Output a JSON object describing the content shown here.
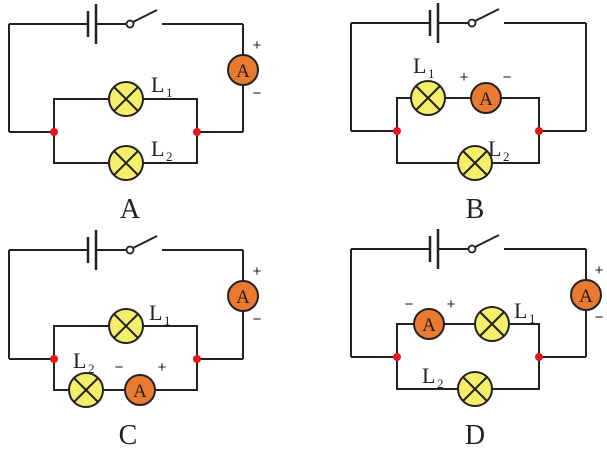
{
  "colors": {
    "wire": "#222222",
    "lamp_fill": "#f3ef6a",
    "ammeter_fill": "#e97a32",
    "junction": "#e8141c",
    "background": "#ffffff"
  },
  "symbols": {
    "ammeter_letter": "A",
    "plus": "+",
    "minus": "−",
    "lamp_letter": "L",
    "lamp1_index": "1",
    "lamp2_index": "2"
  },
  "circuits": [
    {
      "id": "A",
      "caption": "A",
      "description": "L1 and L2 in parallel; ammeter in main line (+ top, − bottom)",
      "lamps": [
        "L1",
        "L2"
      ],
      "ammeters": [
        {
          "position": "main-line",
          "plus": "+",
          "minus": "−"
        }
      ]
    },
    {
      "id": "B",
      "caption": "B",
      "description": "Ammeter in series with L1 branch (+ left, − right)",
      "lamps": [
        "L1",
        "L2"
      ],
      "ammeters": [
        {
          "position": "L1-branch",
          "plus": "+",
          "minus": "−"
        }
      ]
    },
    {
      "id": "C",
      "caption": "C",
      "description": "Ammeter in main line and ammeter in L2 branch (− left, + right)",
      "lamps": [
        "L1",
        "L2"
      ],
      "ammeters": [
        {
          "position": "main-line",
          "plus": "+",
          "minus": "−"
        },
        {
          "position": "L2-branch",
          "plus": "+",
          "minus": "−"
        }
      ]
    },
    {
      "id": "D",
      "caption": "D",
      "description": "Ammeter in main line and ammeter in L1 branch (− left, + right)",
      "lamps": [
        "L1",
        "L2"
      ],
      "ammeters": [
        {
          "position": "main-line",
          "plus": "+",
          "minus": "−"
        },
        {
          "position": "L1-branch",
          "plus": "+",
          "minus": "−"
        }
      ]
    }
  ]
}
